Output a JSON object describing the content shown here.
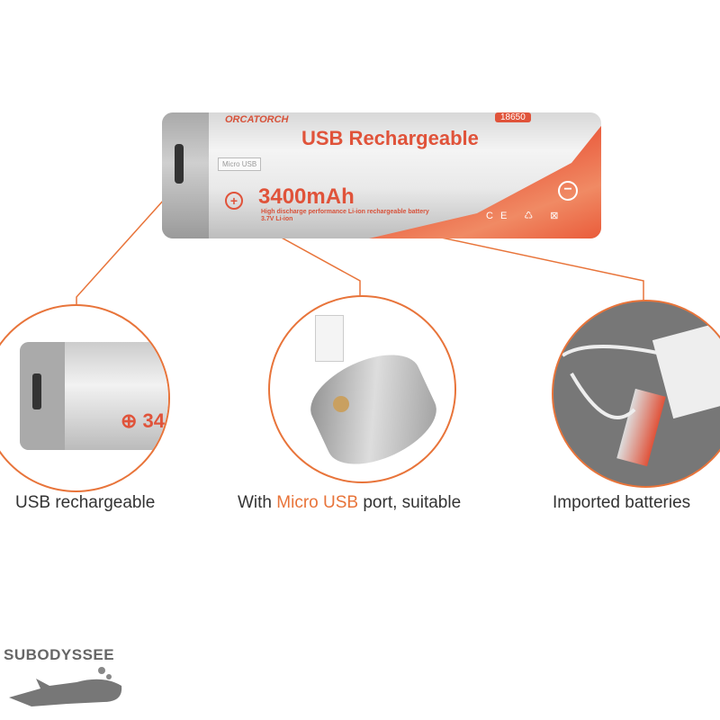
{
  "battery": {
    "brand": "ORCATORCH",
    "model": "18650",
    "title": "USB Rechargeable",
    "port_label": "Micro USB",
    "capacity": "3400mAh",
    "description": "High discharge performance Li-ion rechargeable battery",
    "voltage": "3.7V Li-ion",
    "plus_symbol": "+",
    "minus_symbol": "−",
    "marks": "CE ♺ ⊠"
  },
  "features": [
    {
      "caption": "USB rechargeable"
    },
    {
      "caption_before": "With ",
      "caption_highlight": "Micro USB",
      "caption_after": " port, suitable"
    },
    {
      "caption": "Imported batteries"
    }
  ],
  "colors": {
    "accent": "#e8743a",
    "battery_red": "#e0533a"
  },
  "watermark": {
    "text": "SUBODYSSEE",
    "icon": "scuba-diver-icon"
  }
}
